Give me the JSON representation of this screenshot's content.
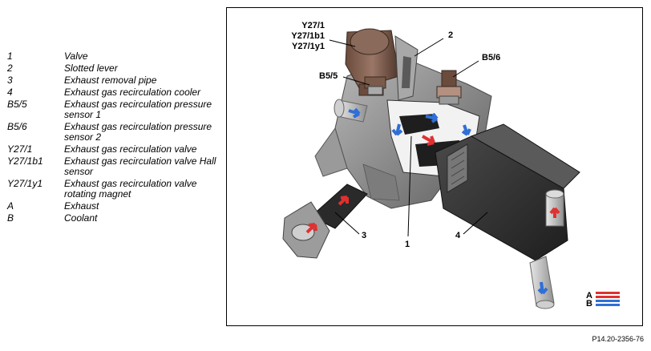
{
  "legend": [
    {
      "key": "1",
      "desc": "Valve"
    },
    {
      "key": "2",
      "desc": "Slotted lever"
    },
    {
      "key": "3",
      "desc": "Exhaust removal pipe"
    },
    {
      "key": "4",
      "desc": "Exhaust gas recirculation cooler"
    },
    {
      "key": "B5/5",
      "desc": "Exhaust gas recirculation pressure sensor 1"
    },
    {
      "key": "B5/6",
      "desc": "Exhaust gas recirculation pressure sensor 2"
    },
    {
      "key": "Y27/1",
      "desc": "Exhaust gas recirculation valve"
    },
    {
      "key": "Y27/1b1",
      "desc": "Exhaust gas recirculation valve Hall sensor"
    },
    {
      "key": "Y27/1y1",
      "desc": "Exhaust gas recirculation valve rotating magnet"
    },
    {
      "key": "A",
      "desc": "Exhaust"
    },
    {
      "key": "B",
      "desc": "Coolant"
    }
  ],
  "callouts": {
    "y27_1": "Y27/1",
    "y27_1b1": "Y27/1b1",
    "y27_1y1": "Y27/1y1",
    "b5_5": "B5/5",
    "b5_6": "B5/6",
    "n1": "1",
    "n2": "2",
    "n3": "3",
    "n4": "4"
  },
  "flow_key": [
    {
      "label": "A",
      "color": "#e03030"
    },
    {
      "label": "B",
      "color": "#2f6fd6"
    }
  ],
  "colors": {
    "exhaust": "#e03030",
    "coolant": "#2f6fd6",
    "housing": "#8a8a8a",
    "cooler": "#3a3a3a"
  },
  "figure_id": "P14.20-2356-76"
}
